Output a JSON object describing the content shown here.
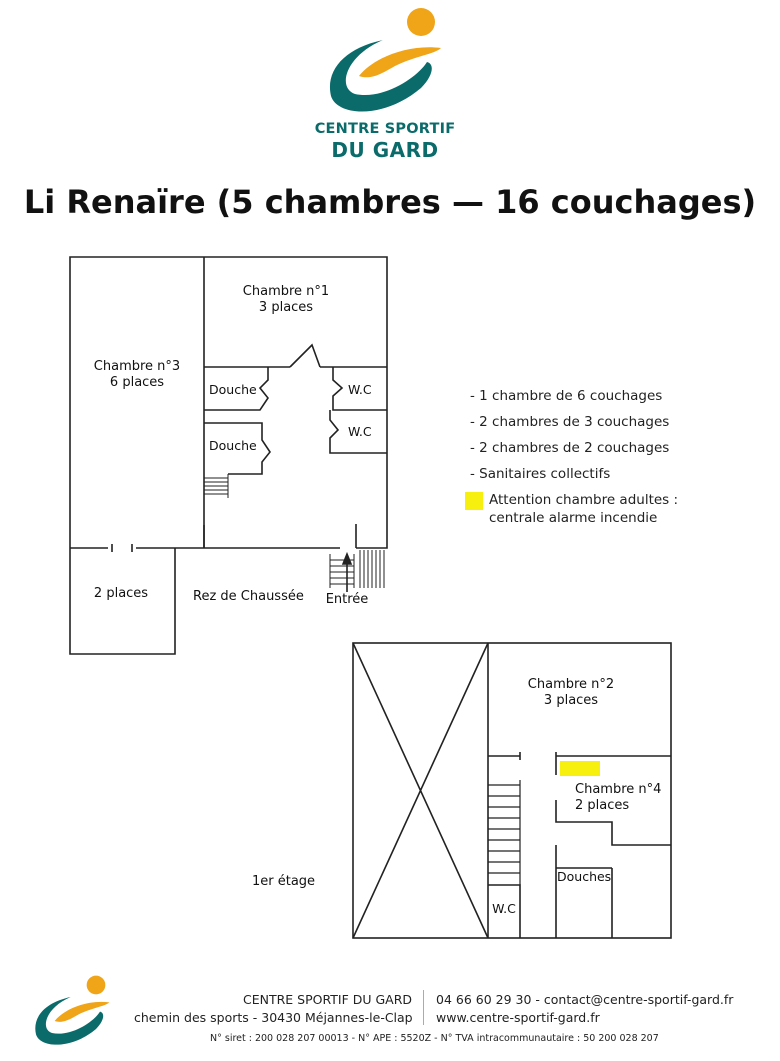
{
  "logo": {
    "line1": "CENTRE SPORTIF",
    "line2": "DU GARD",
    "colors": {
      "teal": "#0b6b6b",
      "orange": "#f0a418"
    }
  },
  "title": "Li Renaïre (5 chambres — 16 couchages)",
  "ground_floor": {
    "label": "Rez de Chaussée",
    "entrance": "Entrée",
    "rooms": [
      {
        "name": "Chambre n°1",
        "capacity": "3 places"
      },
      {
        "name": "Chambre n°3",
        "capacity": "6 places"
      },
      {
        "name": "",
        "capacity": "2 places"
      }
    ],
    "sanitary": {
      "douche1": "Douche",
      "douche2": "Douche",
      "wc1": "W.C",
      "wc2": "W.C"
    }
  },
  "first_floor": {
    "label": "1er étage",
    "rooms": [
      {
        "name": "Chambre n°2",
        "capacity": "3 places"
      },
      {
        "name": "Chambre n°4",
        "capacity": "2 places"
      }
    ],
    "douches": "Douches",
    "wc": "W.C"
  },
  "legend": {
    "items": [
      "- 1 chambre de 6 couchages",
      "- 2 chambres de 3 couchages",
      "- 2 chambres de 2 couchages",
      "- Sanitaires collectifs"
    ],
    "warning_line1": "Attention chambre adultes :",
    "warning_line2": "centrale alarme incendie",
    "highlight_color": "#f7f00f"
  },
  "footer": {
    "org_name": "CENTRE SPORTIF DU GARD",
    "address": "chemin des sports - 30430 Méjannes-le-Clap",
    "contact": "04 66 60 29 30 - contact@centre-sportif-gard.fr",
    "website": "www.centre-sportif-gard.fr",
    "legal": "N° siret : 200 028 207 00013 - N° APE : 5520Z - N° TVA intracommunautaire : 50 200 028 207"
  }
}
